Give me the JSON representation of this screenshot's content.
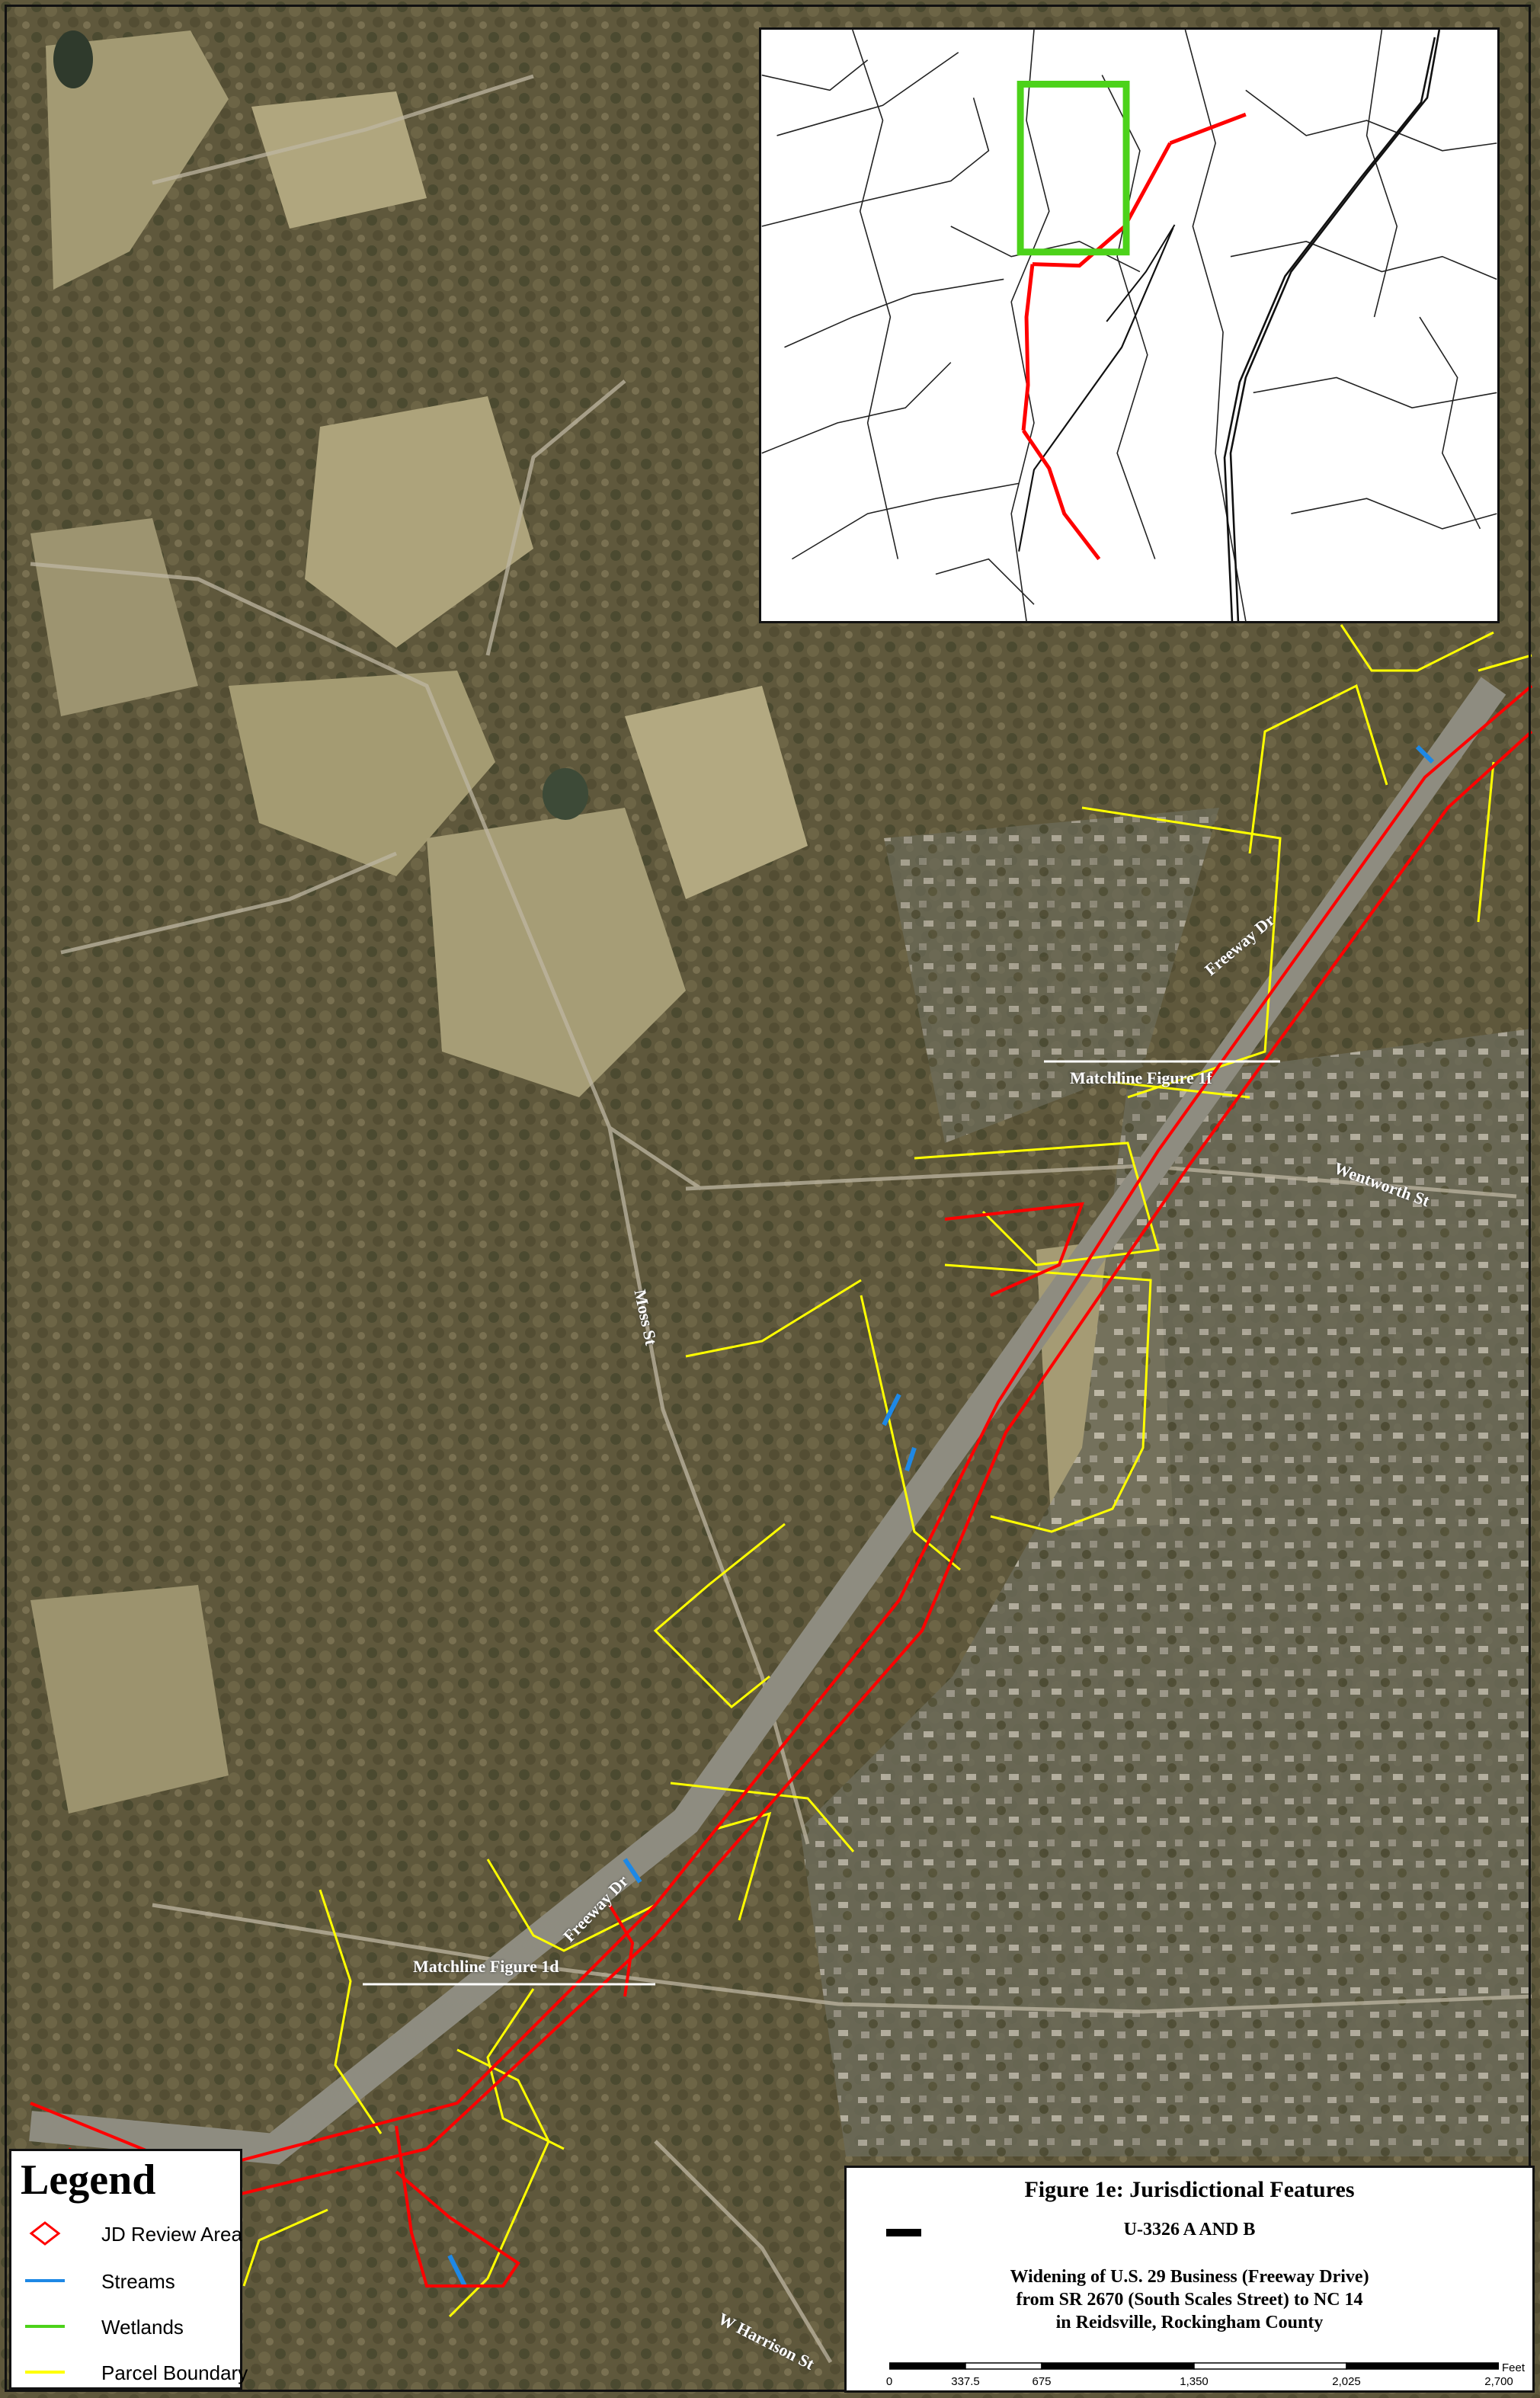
{
  "colors": {
    "review_area": "#ff0000",
    "streams": "#1e88e5",
    "wetlands": "#4cd21a",
    "parcel": "#ffff00",
    "locator": "#4cd21a"
  },
  "map_labels": {
    "freeway_dr_upper": "Freeway Dr",
    "freeway_dr_lower": "Freeway Dr",
    "matchline_1f": "Matchline Figure 1f",
    "matchline_1d": "Matchline Figure 1d",
    "wentworth_st": "Wentworth St",
    "moss_st": "Moss St",
    "w_harrison_st": "W Harrison St"
  },
  "legend": {
    "title": "Legend",
    "items": [
      {
        "label": "JD Review Area",
        "symbol": "diamond-outline-icon",
        "color": "#ff0000"
      },
      {
        "label": "Streams",
        "symbol": "line-icon",
        "color": "#1e88e5"
      },
      {
        "label": "Wetlands",
        "symbol": "line-icon",
        "color": "#4cd21a"
      },
      {
        "label": "Parcel Boundary",
        "symbol": "line-icon",
        "color": "#ffff00"
      }
    ]
  },
  "title_block": {
    "figure_title": "Figure 1e: Jurisdictional Features",
    "project": "U-3326 A AND B",
    "desc_line1": "Widening of U.S. 29 Business (Freeway Drive)",
    "desc_line2": "from SR 2670 (South Scales Street) to NC 14",
    "desc_line3": "in Reidsville, Rockingham County"
  },
  "scale": {
    "units": "Feet",
    "ticks": [
      "0",
      "337.5",
      "675",
      "1,350",
      "2,025",
      "2,700"
    ],
    "tick_values": [
      0,
      337.5,
      675,
      1350,
      2025,
      2700
    ],
    "max": 2700
  }
}
